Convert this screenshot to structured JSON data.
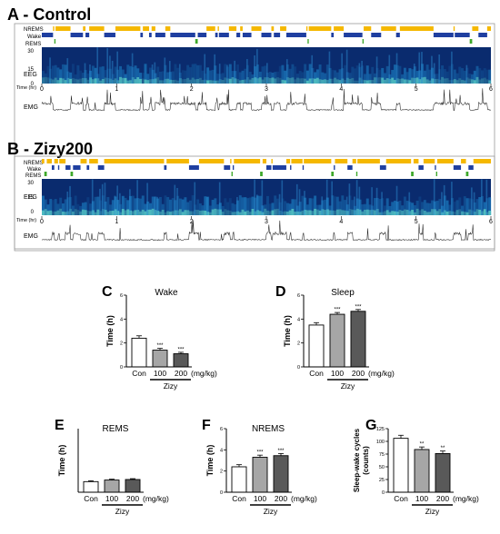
{
  "panels": {
    "A": {
      "title": "A - Control",
      "tracks": {
        "nrems": "NREMS",
        "wake": "Wake",
        "rems": "REMS"
      },
      "eeg_label": "EEG",
      "emg_label": "EMG",
      "freq_ticks": [
        "30",
        "15",
        "0"
      ],
      "time_label": "Time (hr)",
      "time_ticks": [
        "0",
        "1",
        "2",
        "3",
        "4",
        "5",
        "6"
      ],
      "nrems_fraction": 0.49,
      "wake_fraction": 0.46,
      "rems_fraction": 0.05
    },
    "B": {
      "title": "B - Zizy200",
      "tracks": {
        "nrems": "NREMS",
        "wake": "Wake",
        "rems": "REMS"
      },
      "eeg_label": "EEG",
      "emg_label": "EMG",
      "freq_ticks": [
        "30",
        "15",
        "0"
      ],
      "time_label": "Time (hr)",
      "time_ticks": [
        "0",
        "1",
        "2",
        "3",
        "4",
        "5",
        "6"
      ],
      "nrems_fraction": 0.6,
      "wake_fraction": 0.33,
      "rems_fraction": 0.07
    }
  },
  "colors": {
    "nrems": "#f5b800",
    "wake": "#1f3fa0",
    "rems": "#3ea82a",
    "eeg_background": "#0a2b6e",
    "emg_trace": "#222222"
  },
  "chart_data": [
    {
      "panel": "C",
      "type": "bar",
      "title": "Wake",
      "ylabel": "Time (h)",
      "categories": [
        "Con",
        "100",
        "200"
      ],
      "unit": "(mg/kg)",
      "group_label": "Zizy",
      "values": [
        2.4,
        1.4,
        1.1
      ],
      "errors": [
        0.2,
        0.15,
        0.12
      ],
      "significance": [
        "",
        "***",
        "***"
      ],
      "ylim": [
        0,
        6
      ],
      "yticks": [
        "0",
        "2",
        "4",
        "6"
      ],
      "bar_colors": [
        "#ffffff",
        "#a6a6a6",
        "#595959"
      ]
    },
    {
      "panel": "D",
      "type": "bar",
      "title": "Sleep",
      "ylabel": "Time (h)",
      "categories": [
        "Con",
        "100",
        "200"
      ],
      "unit": "(mg/kg)",
      "group_label": "Zizy",
      "values": [
        3.5,
        4.4,
        4.65
      ],
      "errors": [
        0.2,
        0.15,
        0.15
      ],
      "significance": [
        "",
        "***",
        "***"
      ],
      "ylim": [
        0,
        6
      ],
      "yticks": [
        "0",
        "2",
        "4",
        "6"
      ],
      "bar_colors": [
        "#ffffff",
        "#a6a6a6",
        "#595959"
      ]
    },
    {
      "panel": "E",
      "type": "bar",
      "title": "REMS",
      "ylabel": "Time (h)",
      "categories": [
        "Con",
        "100",
        "200"
      ],
      "unit": "(mg/kg)",
      "group_label": "Zizy",
      "values": [
        1.0,
        1.15,
        1.2
      ],
      "errors": [
        0.08,
        0.08,
        0.08
      ],
      "significance": [
        "",
        "",
        ""
      ],
      "ylim": [
        0,
        6
      ],
      "yticks": [],
      "bar_colors": [
        "#ffffff",
        "#a6a6a6",
        "#595959"
      ]
    },
    {
      "panel": "F",
      "type": "bar",
      "title": "NREMS",
      "ylabel": "Time (h)",
      "categories": [
        "Con",
        "100",
        "200"
      ],
      "unit": "(mg/kg)",
      "group_label": "Zizy",
      "values": [
        2.4,
        3.3,
        3.45
      ],
      "errors": [
        0.2,
        0.2,
        0.2
      ],
      "significance": [
        "",
        "***",
        "***"
      ],
      "ylim": [
        0,
        6
      ],
      "yticks": [
        "0",
        "2",
        "4",
        "6"
      ],
      "bar_colors": [
        "#ffffff",
        "#a6a6a6",
        "#595959"
      ]
    },
    {
      "panel": "G",
      "type": "bar",
      "title": "",
      "ylabel": "Sleep-wake cycles (counts)",
      "categories": [
        "Con",
        "100",
        "200"
      ],
      "unit": "(mg/kg)",
      "group_label": "Zizy",
      "values": [
        106,
        84,
        76
      ],
      "errors": [
        6,
        5,
        5
      ],
      "significance": [
        "",
        "**",
        "**"
      ],
      "ylim": [
        0,
        125
      ],
      "yticks": [
        "0",
        "25",
        "50",
        "75",
        "100",
        "125"
      ],
      "bar_colors": [
        "#ffffff",
        "#a6a6a6",
        "#595959"
      ]
    }
  ]
}
